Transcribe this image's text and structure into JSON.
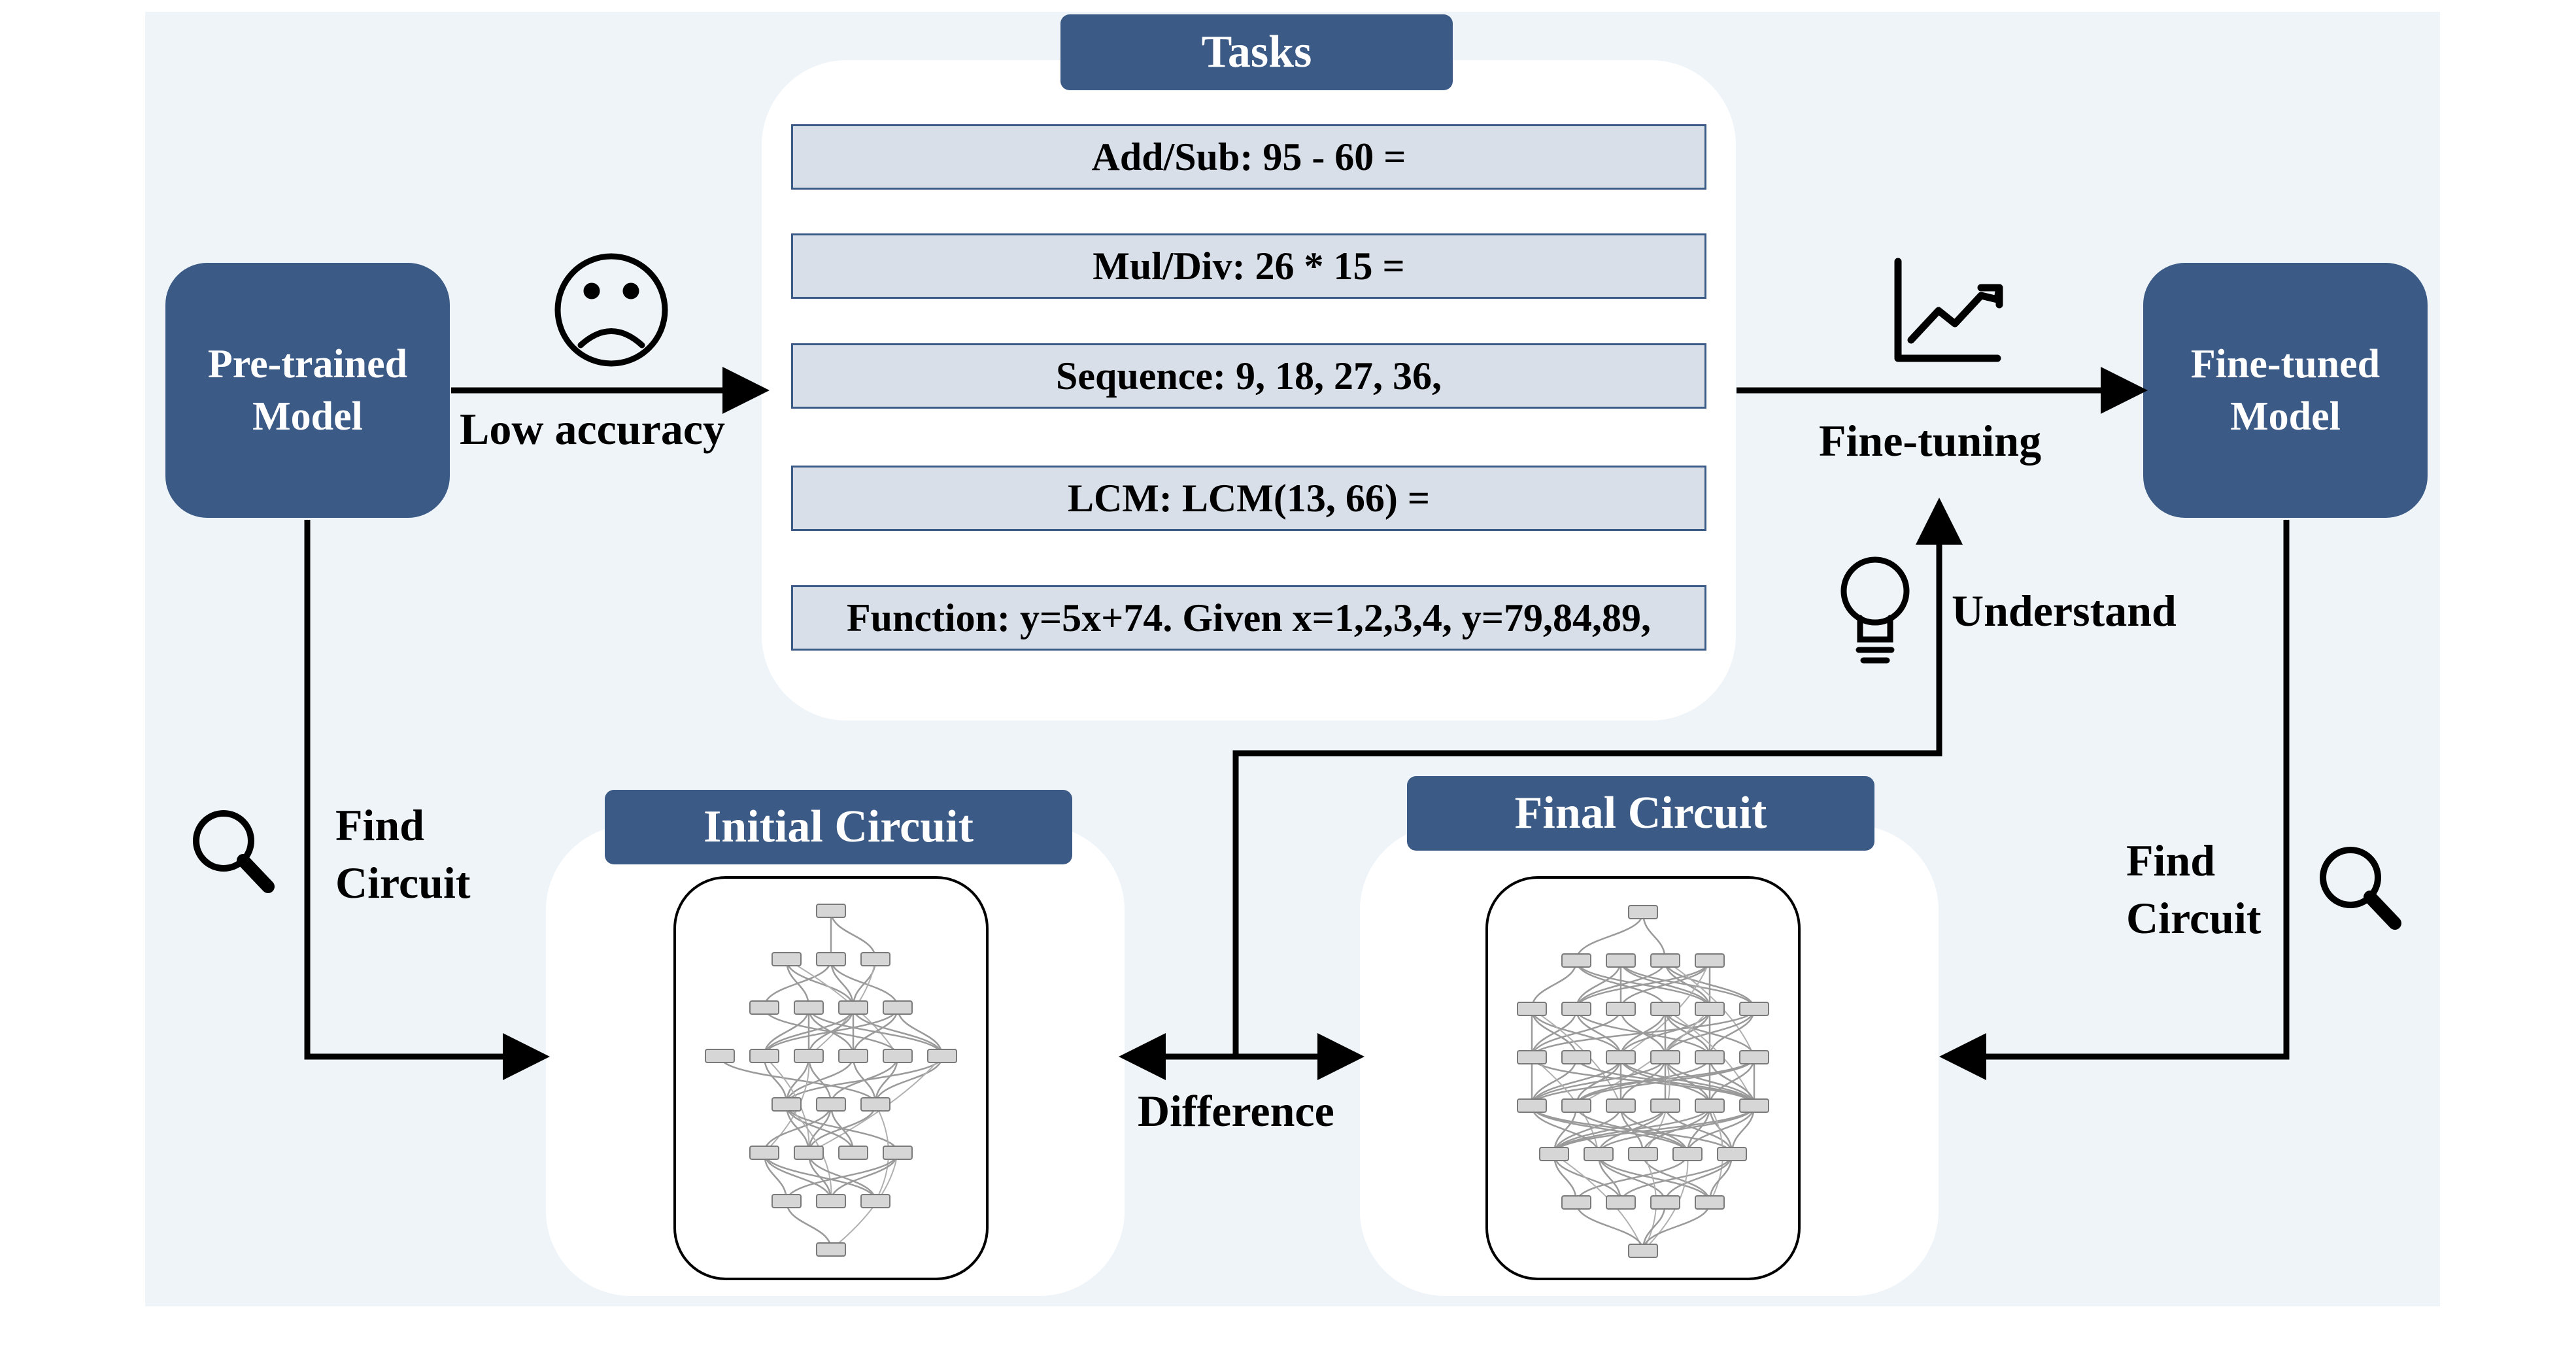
{
  "tasks": {
    "title": "Tasks",
    "items": [
      "Add/Sub: 95 - 60 =",
      "Mul/Div: 26 * 15 =",
      "Sequence: 9, 18, 27, 36,",
      "LCM: LCM(13, 66) =",
      "Function: y=5x+74. Given x=1,2,3,4, y=79,84,89,"
    ]
  },
  "pretrained": {
    "line1": "Pre-trained",
    "line2": "Model"
  },
  "finetuned": {
    "line1": "Fine-tuned",
    "line2": "Model"
  },
  "edges": {
    "low_accuracy": "Low accuracy",
    "fine_tuning": "Fine-tuning",
    "understand": "Understand",
    "difference": "Difference",
    "find_left_1": "Find",
    "find_left_2": "Circuit",
    "find_right_1": "Find",
    "find_right_2": "Circuit"
  },
  "circuits": {
    "initial_title": "Initial Circuit",
    "final_title": "Final Circuit"
  },
  "icons": {
    "sad_face": "sad-face-icon",
    "growth_chart": "growth-chart-icon",
    "lightbulb": "lightbulb-icon",
    "magnifier": "magnifier-icon"
  },
  "colors": {
    "accent": "#3b5a86",
    "panel": "#eff4f9",
    "task_fill": "#d9dfe9"
  }
}
